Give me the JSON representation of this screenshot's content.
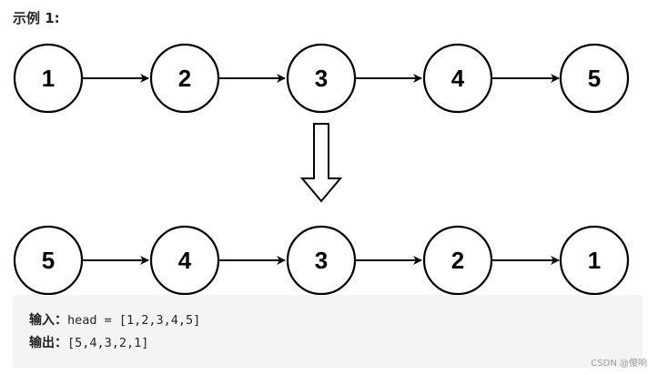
{
  "title": "示例 1:",
  "top_list": {
    "nodes": [
      "1",
      "2",
      "3",
      "4",
      "5"
    ]
  },
  "bottom_list": {
    "nodes": [
      "5",
      "4",
      "3",
      "2",
      "1"
    ]
  },
  "example": {
    "input_label": "输入：",
    "input_value": "head = [1,2,3,4,5]",
    "output_label": "输出：",
    "output_value": "[5,4,3,2,1]"
  },
  "watermark": "CSDN @傻响",
  "colors": {
    "stroke": "#000000",
    "code_bg": "#f3f4f6"
  }
}
